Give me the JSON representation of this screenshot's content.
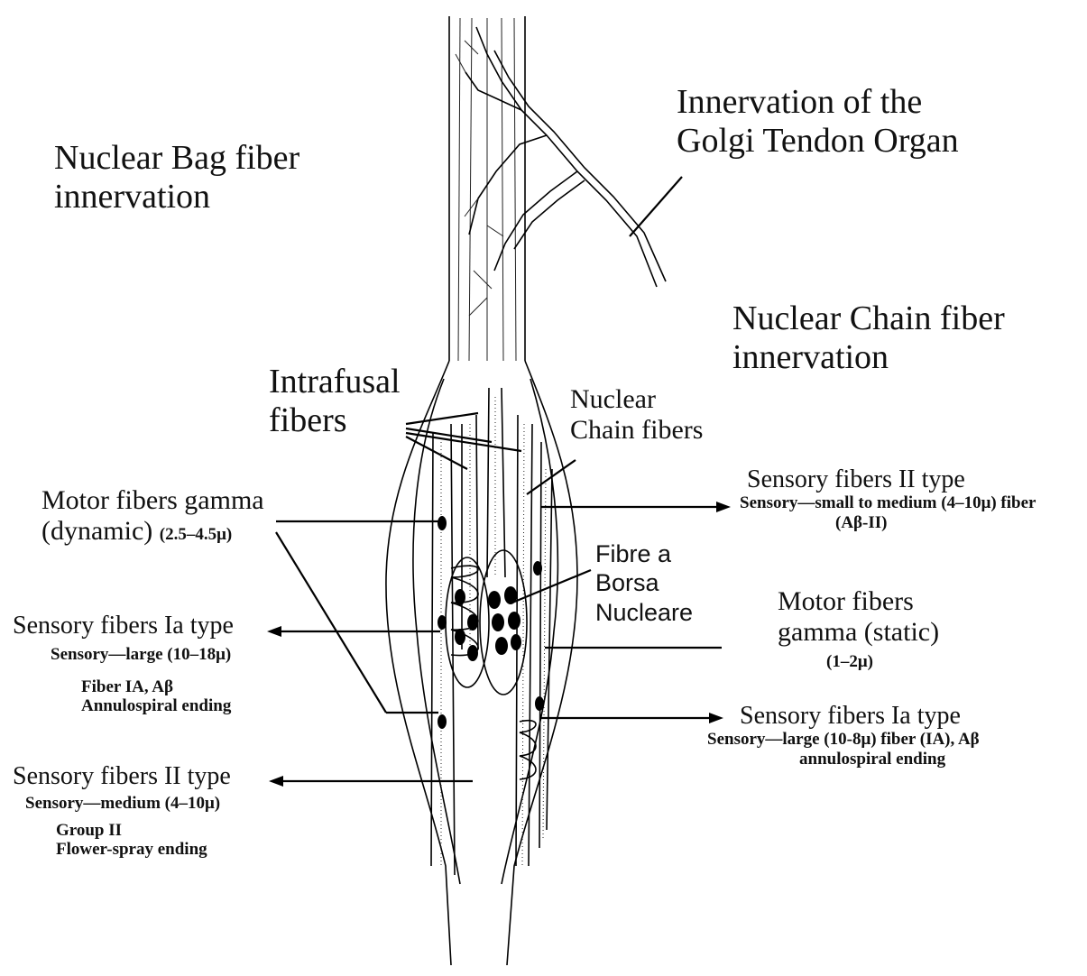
{
  "labels": {
    "golgi": [
      "Innervation of the",
      "Golgi Tendon Organ"
    ],
    "bag_innervation": [
      "Nuclear Bag fiber",
      "innervation"
    ],
    "chain_innervation": [
      "Nuclear Chain fiber",
      "innervation"
    ],
    "intrafusal": [
      "Intrafusal",
      "fibers"
    ],
    "nuclear_chain": [
      "Nuclear",
      "Chain fibers"
    ],
    "motor_dynamic": {
      "title": "Motor fibers gamma",
      "line2": "(dynamic)",
      "size": "(2.5–4.5μ)"
    },
    "sensory_ii_right": {
      "title": "Sensory fibers II type",
      "desc": "Sensory—small to medium (4–10μ) fiber",
      "desc2": "(Aβ-II)"
    },
    "fibre_borsa": [
      "Fibre a",
      "Borsa",
      "Nucleare"
    ],
    "sensory_ia_left": {
      "title": "Sensory fibers Ia type",
      "desc": "Sensory—large (10–18μ)",
      "desc2": "Fiber IA, Aβ",
      "desc3": "Annulospiral ending"
    },
    "motor_static": {
      "title": "Motor fibers",
      "line2": "gamma (static)",
      "size": "(1–2μ)"
    },
    "sensory_ia_right": {
      "title": "Sensory fibers Ia type",
      "desc": "Sensory—large (10-8μ) fiber (IA), Aβ",
      "desc2": "annulospiral ending"
    },
    "sensory_ii_left": {
      "title": "Sensory fibers II type",
      "desc": "Sensory—medium (4–10μ)",
      "desc2": "Group II",
      "desc3": "Flower-spray ending"
    }
  }
}
